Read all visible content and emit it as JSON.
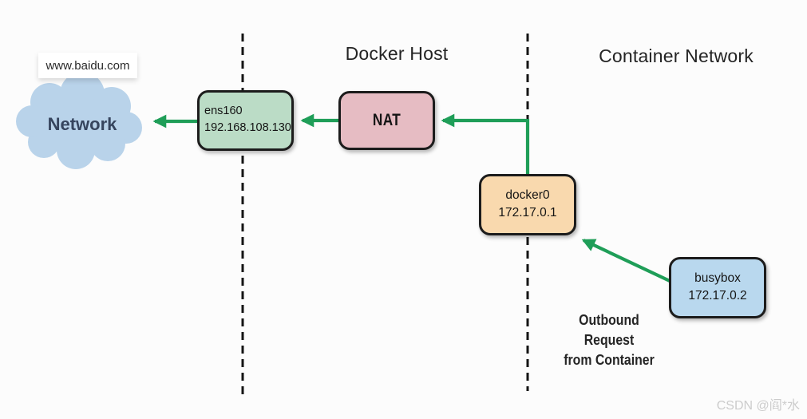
{
  "titles": {
    "docker_host": "Docker Host",
    "container_network": "Container Network"
  },
  "external": {
    "url_label": "www.baidu.com",
    "cloud_label": "Network"
  },
  "nodes": {
    "ens160": {
      "name": "ens160",
      "ip": "192.168.108.130"
    },
    "nat": {
      "name": "NAT"
    },
    "docker0": {
      "name": "docker0",
      "ip": "172.17.0.1"
    },
    "busybox": {
      "name": "busybox",
      "ip": "172.17.0.2"
    }
  },
  "annotations": {
    "outbound_line1": "Outbound",
    "outbound_line2": "Request",
    "outbound_line3": "from Container",
    "watermark": "CSDN @阎*水"
  },
  "colors": {
    "arrow-green": "#1f9e58",
    "box-border": "#1c1c1c",
    "ens160-fill": "#bbdcc6",
    "nat-fill": "#e6bcc3",
    "docker0-fill": "#f9d9ae",
    "busybox-fill": "#b9d8ee",
    "cloud-fill": "#b9d3ea",
    "cloud-text": "#36455e",
    "bg": "#fcfcfc",
    "watermark-text": "#cccccc"
  }
}
